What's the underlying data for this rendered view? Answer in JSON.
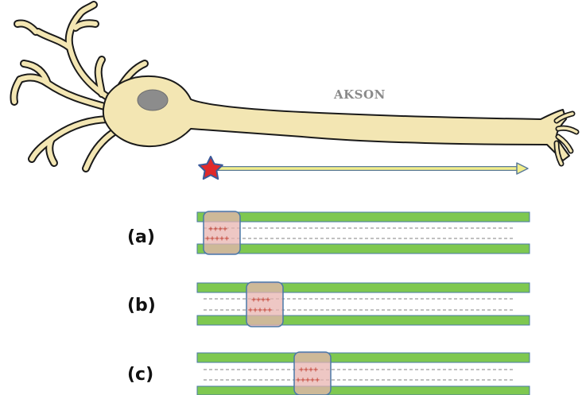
{
  "figure": {
    "axon_label": "AKSON",
    "panels": [
      {
        "label": "(a)",
        "plus_rows": [
          "++++",
          "+++++"
        ]
      },
      {
        "label": "(b)",
        "plus_rows": [
          "++++",
          "+++++"
        ]
      },
      {
        "label": "(c)",
        "plus_rows": [
          "++++",
          "+++++"
        ]
      }
    ]
  },
  "colors": {
    "neuron_fill": "#f3e6b3",
    "neuron_outline": "#1a1a1a",
    "nucleus": "#8c8c8c",
    "membrane_green": "#7ec850",
    "membrane_outline": "#4a78a8",
    "depolarized_zone": "#e8b4b0",
    "arrow_fill": "#f2ee8a",
    "star_red": "#e0292b",
    "star_blue": "#3a5a9a"
  },
  "icons": {
    "stimulus": "star-icon",
    "propagation": "arrow-right-icon"
  }
}
